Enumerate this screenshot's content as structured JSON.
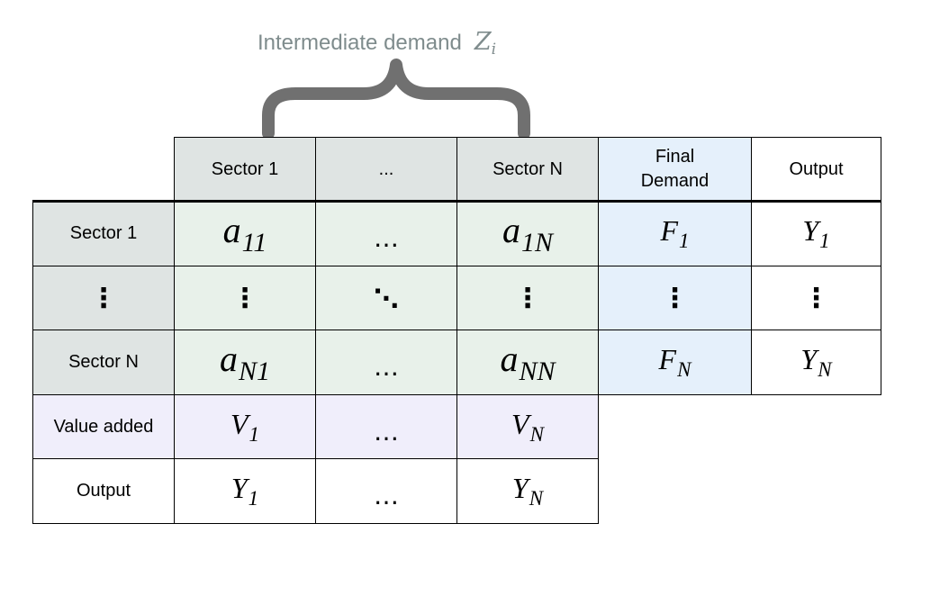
{
  "title": {
    "text": "Intermediate demand",
    "symbol": "Z",
    "symbol_sub": "i"
  },
  "colors": {
    "gray_header": "#dfe4e3",
    "green_block": "#e8f1ea",
    "blue_block": "#e5f0fb",
    "purple_block": "#f0eefb",
    "brace": "#707070",
    "title_text": "#7f8c8d"
  },
  "table": {
    "column_headers": [
      "Sector 1",
      "...",
      "Sector N",
      "Final\nDemand",
      "Output"
    ],
    "rows": [
      {
        "label": "Sector 1",
        "cells": [
          {
            "kind": "math",
            "base": "a",
            "sub": "11",
            "size": "big"
          },
          {
            "kind": "dots",
            "text": "…"
          },
          {
            "kind": "math",
            "base": "a",
            "sub": "1N",
            "size": "big"
          },
          {
            "kind": "math",
            "base": "F",
            "sub": "1",
            "size": "med"
          },
          {
            "kind": "math",
            "base": "Y",
            "sub": "1",
            "size": "med"
          }
        ]
      },
      {
        "label": "⋮",
        "cells": [
          {
            "kind": "vdots",
            "text": "⋮"
          },
          {
            "kind": "ddots",
            "text": "⋱"
          },
          {
            "kind": "vdots",
            "text": "⋮"
          },
          {
            "kind": "vdots",
            "text": "⋮"
          },
          {
            "kind": "vdots",
            "text": "⋮"
          }
        ]
      },
      {
        "label": "Sector N",
        "cells": [
          {
            "kind": "math",
            "base": "a",
            "sub": "N1",
            "size": "big"
          },
          {
            "kind": "dots",
            "text": "…"
          },
          {
            "kind": "math",
            "base": "a",
            "sub": "NN",
            "size": "big"
          },
          {
            "kind": "math",
            "base": "F",
            "sub": "N",
            "size": "med"
          },
          {
            "kind": "math",
            "base": "Y",
            "sub": "N",
            "size": "med"
          }
        ]
      },
      {
        "label": "Value added",
        "cells": [
          {
            "kind": "math",
            "base": "V",
            "sub": "1",
            "size": "med"
          },
          {
            "kind": "dots",
            "text": "…"
          },
          {
            "kind": "math",
            "base": "V",
            "sub": "N",
            "size": "med"
          }
        ]
      },
      {
        "label": "Output",
        "cells": [
          {
            "kind": "math",
            "base": "Y",
            "sub": "1",
            "size": "med"
          },
          {
            "kind": "dots",
            "text": "…"
          },
          {
            "kind": "math",
            "base": "Y",
            "sub": "N",
            "size": "med"
          }
        ]
      }
    ]
  }
}
